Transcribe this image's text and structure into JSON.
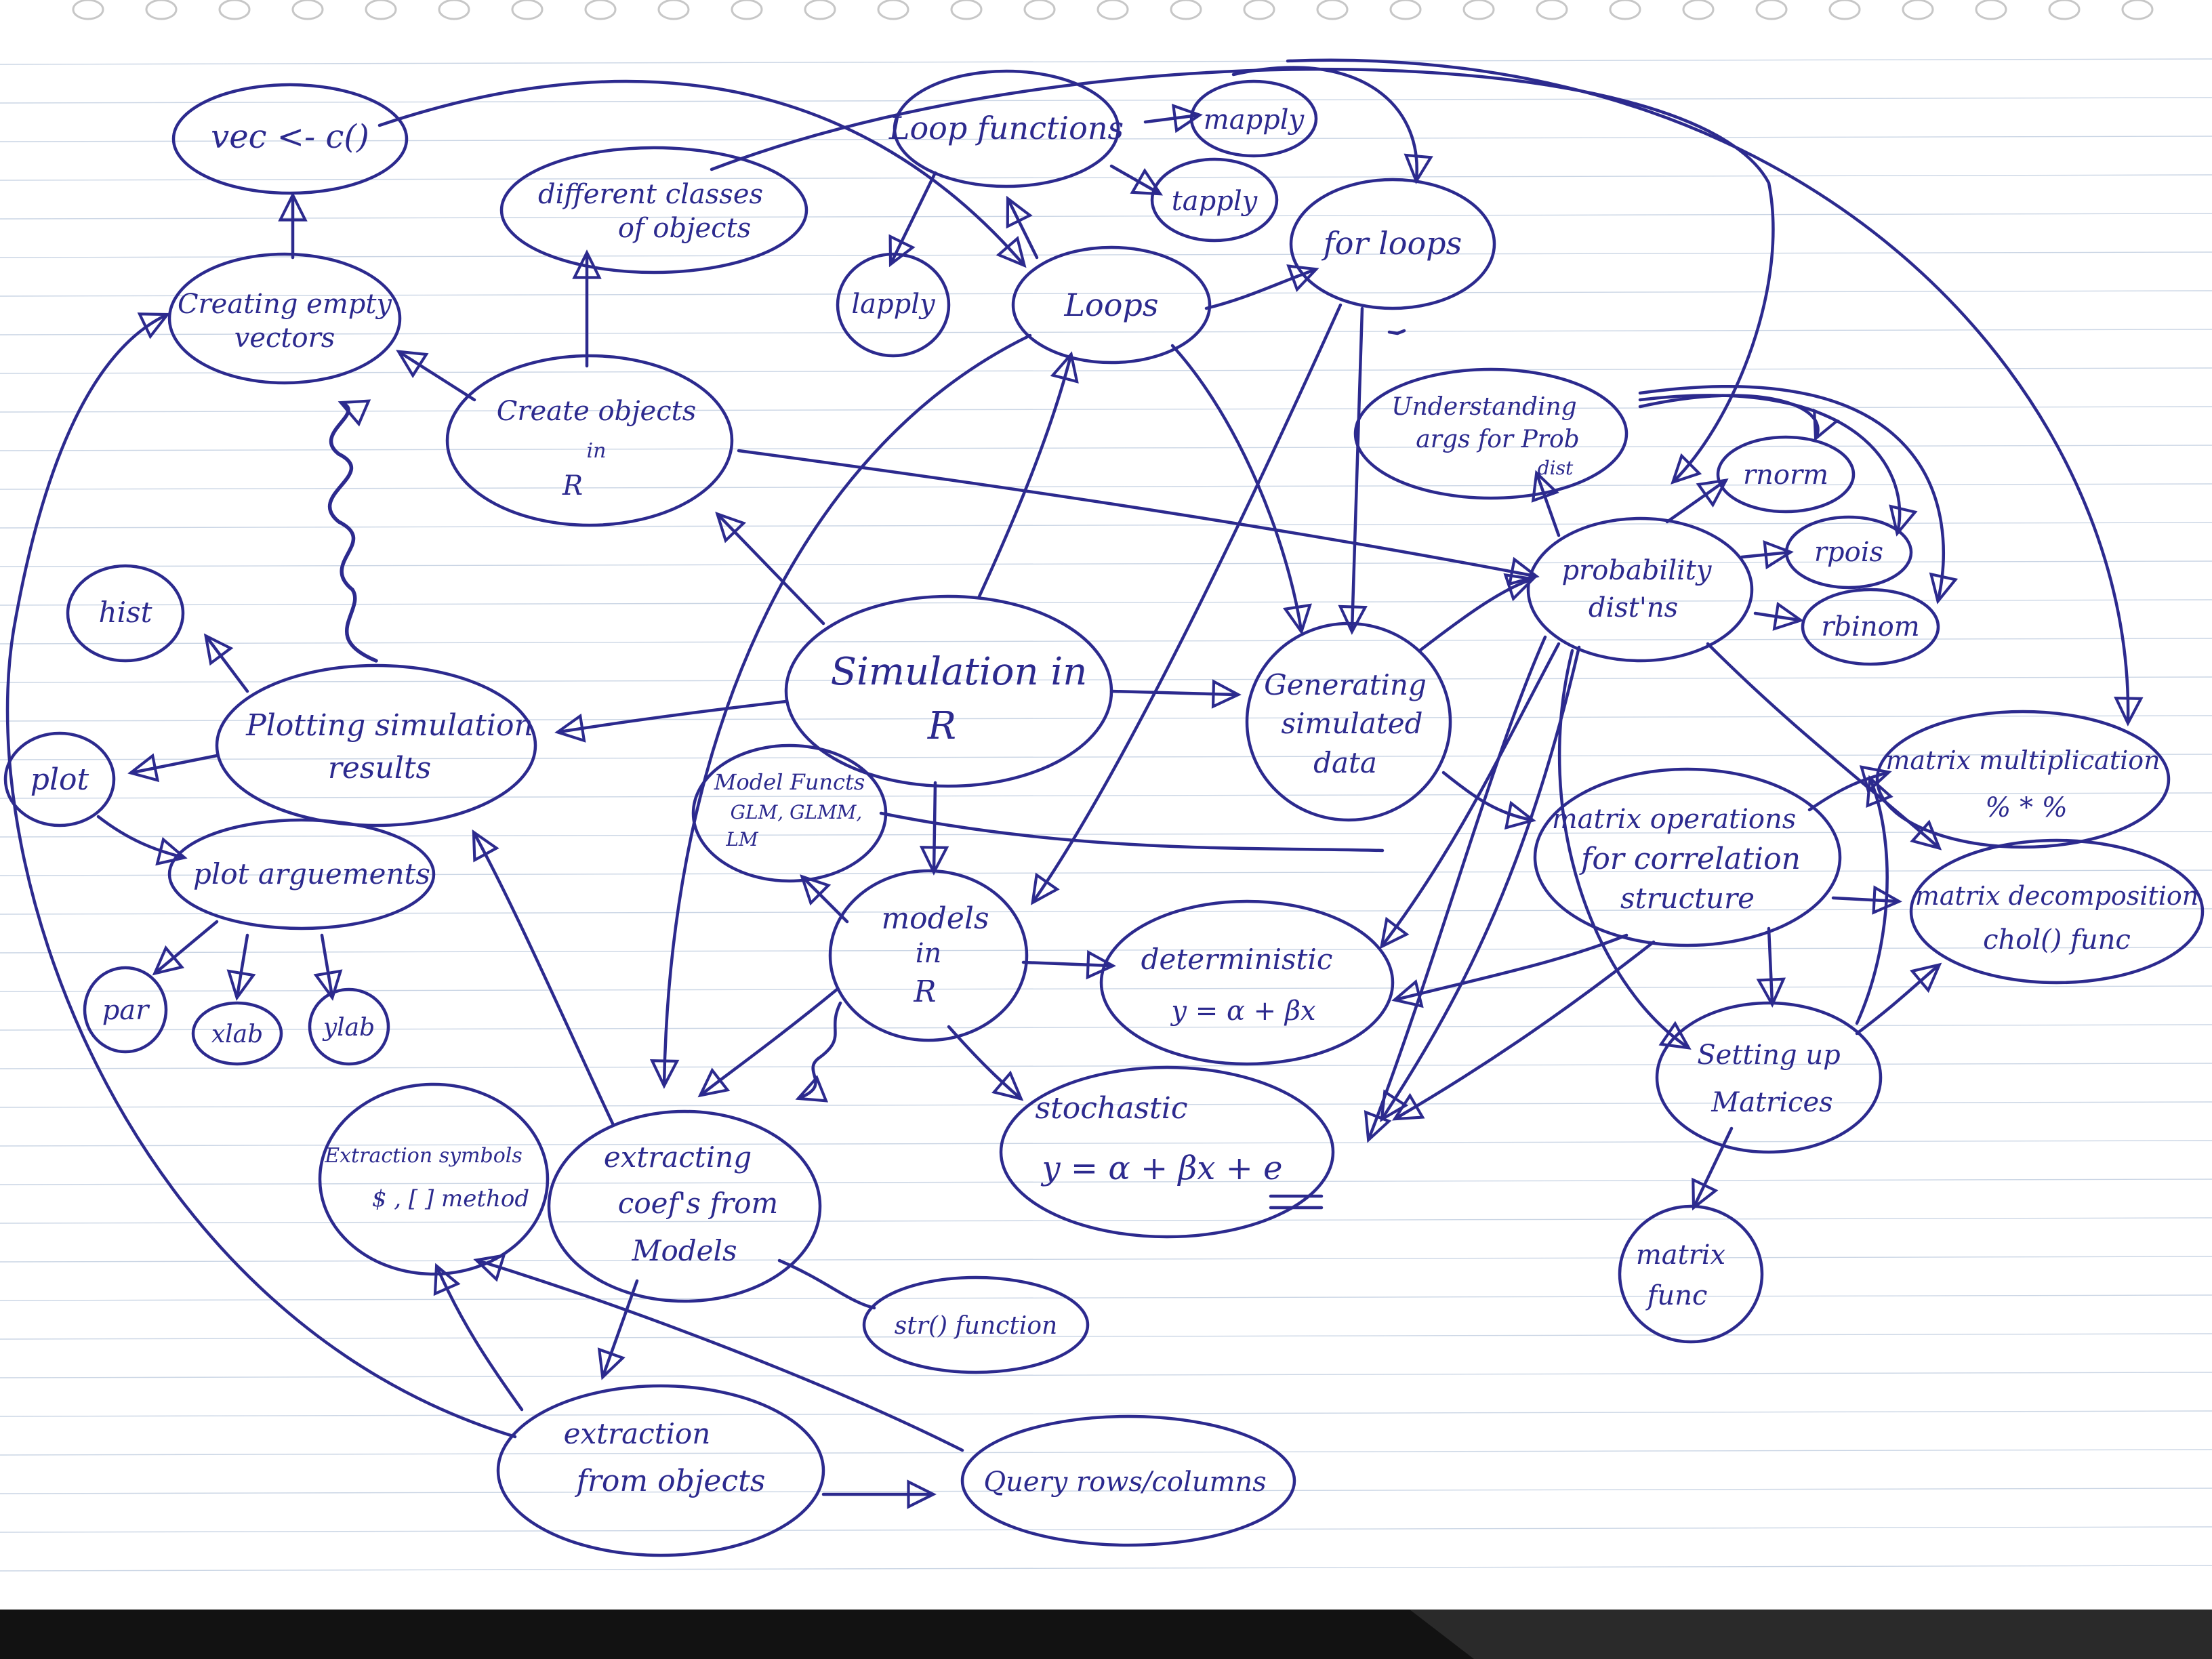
{
  "nodes": {
    "vec": "vec <- c()",
    "creating_empty": [
      "Creating empty",
      "vectors"
    ],
    "different_classes": [
      "different classes",
      "of objects"
    ],
    "loop_functions": "Loop functions",
    "mapply": "mapply",
    "tapply": "tapply",
    "lapply": "lapply",
    "loops": "Loops",
    "for_loops": "for loops",
    "create_objects": [
      "Create objects",
      "in",
      "R"
    ],
    "understanding_args": [
      "Understanding",
      "args for Prob",
      "dist"
    ],
    "rnorm": "rnorm",
    "rpois": "rpois",
    "rbinom": "rbinom",
    "probability_dists": [
      "probability",
      "dist'ns"
    ],
    "hist": "hist",
    "plotting": [
      "Plotting simulation",
      "results"
    ],
    "plot": "plot",
    "plot_arguments": "plot arguements",
    "par": "par",
    "xlab": "xlab",
    "ylab": "ylab",
    "simulation": [
      "Simulation in",
      "R"
    ],
    "generating": [
      "Generating",
      "simulated",
      "data"
    ],
    "model_functions": [
      "Model Functs",
      "GLM, GLMM,",
      "LM"
    ],
    "models": [
      "models",
      "in",
      "R"
    ],
    "deterministic": [
      "deterministic",
      "y = α + βx"
    ],
    "stochastic": [
      "stochastic",
      "y = α + βx + e"
    ],
    "matrix_mult": [
      "matrix multiplication",
      "% * %"
    ],
    "matrix_ops": [
      "matrix operations",
      "for correlation",
      "structure"
    ],
    "matrix_decomp": [
      "matrix decomposition",
      "chol() func"
    ],
    "setting_up": [
      "Setting up",
      "Matrices"
    ],
    "matrix_func": [
      "matrix",
      "func"
    ],
    "extraction_symbols": [
      "Extraction symbols",
      "$ , [ ] method"
    ],
    "extracting_coefs": [
      "extracting",
      "coef's from",
      "Models"
    ],
    "str_function": "str() function",
    "extraction_objects": [
      "extraction",
      "from objects"
    ],
    "query": "Query rows/columns"
  }
}
